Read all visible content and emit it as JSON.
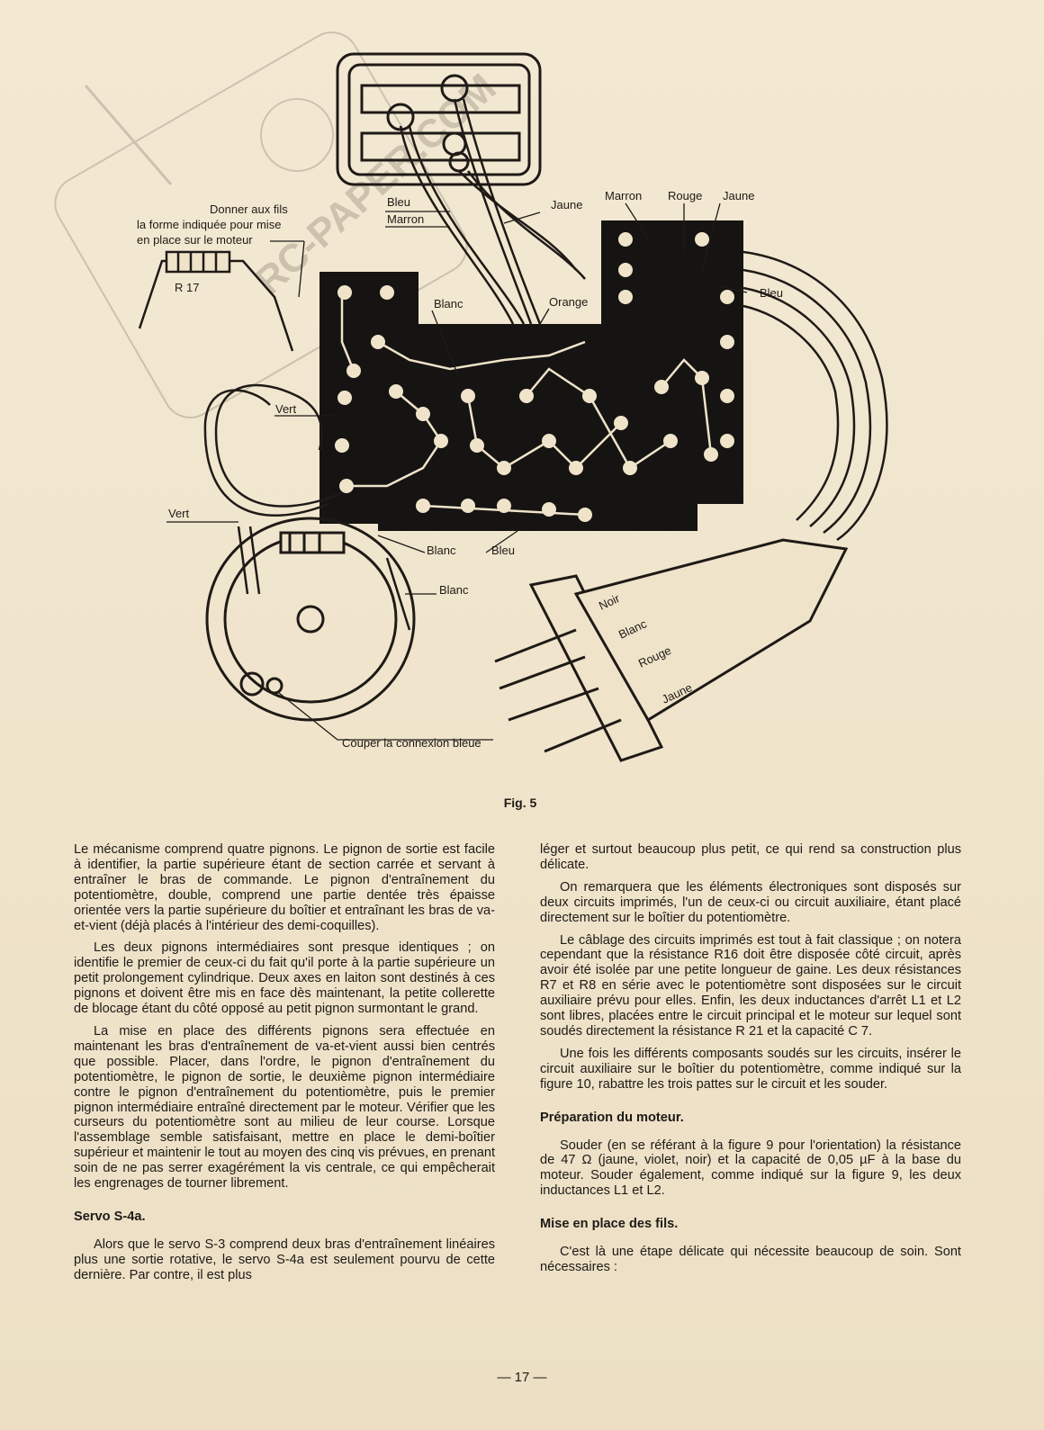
{
  "figure": {
    "caption": "Fig. 5",
    "labels": {
      "instruction": [
        "Donner aux fils",
        "la forme indiquée pour mise",
        "en place sur le moteur"
      ],
      "r17": "R 17",
      "bleu_top": "Bleu",
      "marron_top": "Marron",
      "jaune_top": "Jaune",
      "marron_right": "Marron",
      "rouge_right": "Rouge",
      "jaune_right": "Jaune",
      "bleu_right": "Bleu",
      "blanc_top": "Blanc",
      "orange": "Orange",
      "vert_mid": "Vert",
      "vert_left": "Vert",
      "blanc_bottom": "Blanc",
      "bleu_bottom": "Bleu",
      "blanc_motor": "Blanc",
      "couper": "Couper la connexion bleue",
      "connector_wires": [
        "Noir",
        "Blanc",
        "Rouge",
        "Jaune"
      ]
    },
    "watermark": "RC-PAPER.COM"
  },
  "left_column": {
    "p1": "Le mécanisme comprend quatre pignons. Le pignon de sortie est facile à identifier, la partie supérieure étant de section carrée et servant à entraîner le bras de commande. Le pignon d'entraînement du potentiomètre, double, comprend une partie dentée très épaisse orientée vers la partie supérieure du boîtier et entraînant les bras de va-et-vient (déjà placés à l'intérieur des demi-coquilles).",
    "p2": "Les deux pignons intermédiaires sont presque identiques ; on identifie le premier de ceux-ci du fait qu'il porte à la partie supérieure un petit prolongement cylindrique. Deux axes en laiton sont destinés à ces pignons et doivent être mis en face dès maintenant, la petite collerette de blocage étant du côté opposé au petit pignon surmontant le grand.",
    "p3": "La mise en place des différents pignons sera effectuée en maintenant les bras d'entraînement de va-et-vient aussi bien centrés que possible. Placer, dans l'ordre, le pignon d'entraînement du potentiomètre, le pignon de sortie, le deuxième pignon intermédiaire contre le pignon d'entraînement du potentiomètre, puis le premier pignon intermédiaire entraîné directement par le moteur. Vérifier que les curseurs du potentiomètre sont au milieu de leur course. Lorsque l'assemblage semble satisfaisant, mettre en place le demi-boîtier supérieur et maintenir le tout au moyen des cinq vis prévues, en prenant soin de ne pas serrer exagérément la vis centrale, ce qui empêcherait les engrenages de tourner librement.",
    "h1": "Servo S-4a.",
    "p4": "Alors que le servo S-3 comprend deux bras d'entraînement linéaires plus une sortie rotative, le servo S-4a est seulement pourvu de cette dernière. Par contre, il est plus"
  },
  "right_column": {
    "p1": "léger et surtout beaucoup plus petit, ce qui rend sa construction plus délicate.",
    "p2": "On remarquera que les éléments électroniques sont disposés sur deux circuits imprimés, l'un de ceux-ci ou circuit auxiliaire, étant placé directement sur le boîtier du potentiomètre.",
    "p3": "Le câblage des circuits imprimés est tout à fait classique ; on notera cependant que la résistance R16 doit être disposée côté circuit, après avoir été isolée par une petite longueur de gaine. Les deux résistances R7 et R8 en série avec le potentiomètre sont disposées sur le circuit auxiliaire prévu pour elles. Enfin, les deux inductances d'arrêt L1 et L2 sont libres, placées entre le circuit principal et le moteur sur lequel sont soudés directement la résistance R 21 et la capacité C 7.",
    "p4": "Une fois les différents composants soudés sur les circuits, insérer le circuit auxiliaire sur le boîtier du potentiomètre, comme indiqué sur la figure 10, rabattre les trois pattes sur le circuit et les souder.",
    "h1": "Préparation du moteur.",
    "p5": "Souder (en se référant à la figure 9 pour l'orientation) la résistance de 47 Ω (jaune, violet, noir) et la capacité de 0,05 µF à la base du moteur. Souder également, comme indiqué sur la figure 9, les deux inductances L1 et L2.",
    "h2": "Mise en place des fils.",
    "p6": "C'est là une étape délicate qui nécessite beaucoup de soin. Sont nécessaires :"
  },
  "page_number": "— 17 —"
}
